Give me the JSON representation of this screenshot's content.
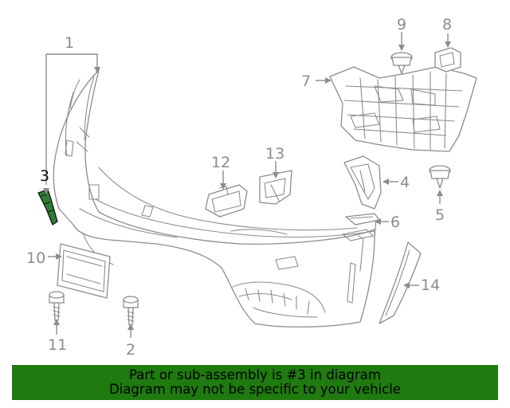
{
  "callouts": {
    "c1": "1",
    "c2": "2",
    "c3": "3",
    "c4": "4",
    "c5": "5",
    "c6": "6",
    "c7": "7",
    "c8": "8",
    "c9": "9",
    "c10": "10",
    "c11": "11",
    "c12": "12",
    "c13": "13",
    "c14": "14"
  },
  "highlighted_part": "3",
  "colors": {
    "highlight": "#2f7d33",
    "banner": "#1f7a0f",
    "linework": "#8c8c8c"
  },
  "banner": {
    "line1": "Part or sub-assembly is #3 in diagram",
    "line2": "Diagram may not be specific to your vehicle"
  }
}
